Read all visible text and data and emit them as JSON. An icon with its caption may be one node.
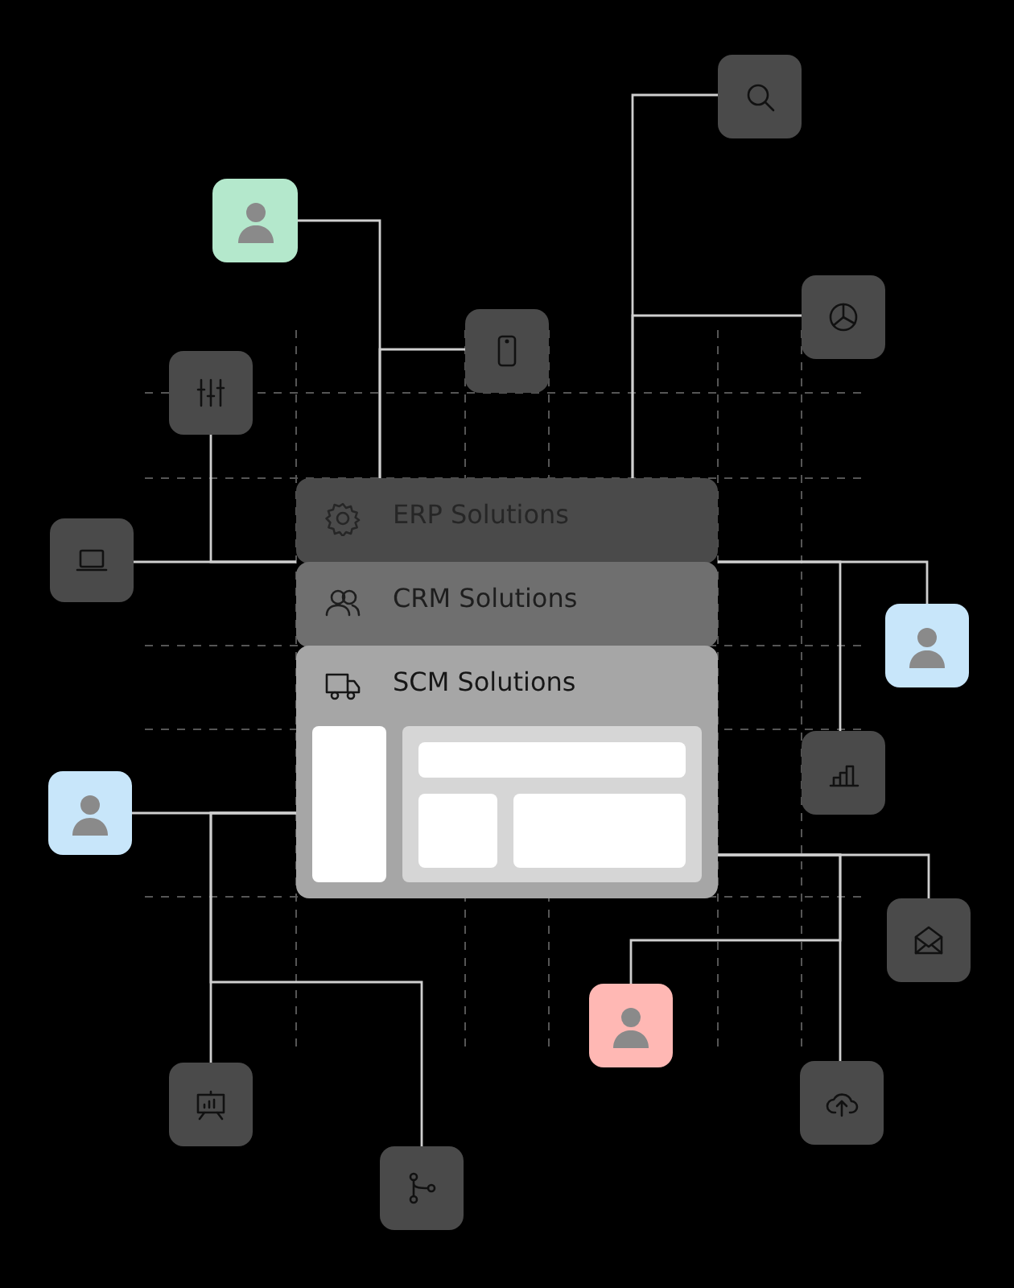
{
  "diagram": {
    "nodes": [
      {
        "text": [
          "ERP Solutions"
        ]
      },
      {
        "text": [
          "CRM Solutions"
        ]
      },
      {
        "text": [
          "SCM Solutions"
        ]
      },
      {
        "text": [],
        "shape": "person"
      },
      {
        "text": [],
        "shape": "box"
      },
      {
        "text": [],
        "shape": "box"
      },
      {
        "text": [],
        "shape": "box"
      },
      {
        "text": [],
        "shape": "box"
      },
      {
        "text": [],
        "shape": "box"
      },
      {
        "text": [],
        "shape": "person"
      },
      {
        "text": [],
        "shape": "box"
      },
      {
        "text": [],
        "shape": "person"
      },
      {
        "text": [],
        "shape": "box"
      },
      {
        "text": [],
        "shape": "person"
      },
      {
        "text": [],
        "shape": "box"
      },
      {
        "text": [],
        "shape": "box"
      },
      {
        "text": [],
        "shape": "box"
      }
    ],
    "edges": [
      {
        "from": 3,
        "to": 0,
        "arrow": "none"
      },
      {
        "from": 4,
        "to": 0,
        "arrow": "none"
      },
      {
        "from": 5,
        "to": 0,
        "arrow": "none"
      },
      {
        "from": 6,
        "to": 0,
        "arrow": "none"
      },
      {
        "from": 7,
        "to": 1,
        "arrow": "none"
      },
      {
        "from": 8,
        "to": 1,
        "arrow": "none"
      },
      {
        "from": 9,
        "to": 1,
        "arrow": "none"
      },
      {
        "from": 10,
        "to": 1,
        "arrow": "none"
      },
      {
        "from": 11,
        "to": 2,
        "arrow": "none"
      },
      {
        "from": 14,
        "to": 2,
        "arrow": "none"
      },
      {
        "from": 16,
        "to": 2,
        "arrow": "none"
      },
      {
        "from": 12,
        "to": 2,
        "arrow": "none"
      },
      {
        "from": 15,
        "to": 2,
        "arrow": "none"
      },
      {
        "from": 13,
        "to": 2,
        "arrow": "none"
      }
    ]
  }
}
